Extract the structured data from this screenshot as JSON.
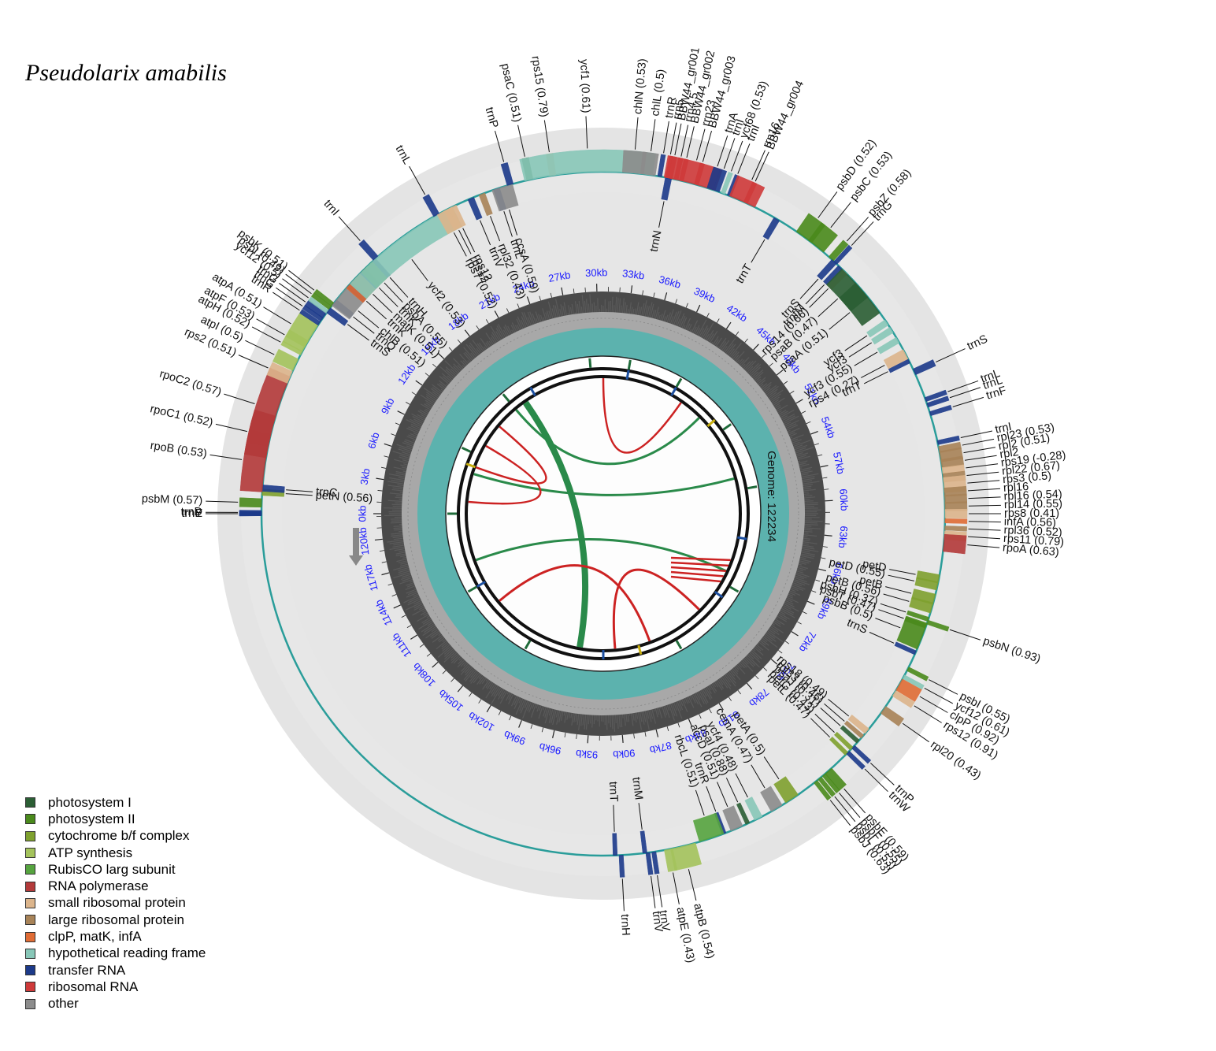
{
  "title": "Pseudolarix amabilis",
  "genome_label": "Genome: 122234",
  "colors": {
    "photosystem I": "#2b5e34",
    "photosystem II": "#4a8a1c",
    "cytochrome b/f complex": "#7fa12f",
    "ATP synthesis": "#a4c35c",
    "RubisCO larg subunit": "#56a43f",
    "RNA polymerase": "#b33a3a",
    "small ribosomal protein": "#dcb58c",
    "large ribosomal protein": "#a88358",
    "clpP, matK, infA": "#e06c35",
    "hypothetical reading frame": "#88c7b8",
    "transfer RNA": "#1c3a8a",
    "ribosomal RNA": "#cf3a3a",
    "other": "#8c8c8c"
  },
  "legend": [
    {
      "label": "photosystem I",
      "color": "#2b5e34"
    },
    {
      "label": "photosystem II",
      "color": "#4a8a1c"
    },
    {
      "label": "cytochrome b/f complex",
      "color": "#7fa12f"
    },
    {
      "label": "ATP synthesis",
      "color": "#a4c35c"
    },
    {
      "label": "RubisCO larg subunit",
      "color": "#56a43f"
    },
    {
      "label": "RNA polymerase",
      "color": "#b33a3a"
    },
    {
      "label": "small ribosomal protein",
      "color": "#dcb58c"
    },
    {
      "label": "large ribosomal protein",
      "color": "#a88358"
    },
    {
      "label": "clpP, matK, infA",
      "color": "#e06c35"
    },
    {
      "label": "hypothetical reading frame",
      "color": "#88c7b8"
    },
    {
      "label": "transfer RNA",
      "color": "#1c3a8a"
    },
    {
      "label": "ribosomal RNA",
      "color": "#cf3a3a"
    },
    {
      "label": "other",
      "color": "#8c8c8c"
    }
  ],
  "genome_length": 122234,
  "kb_labels": [
    "0kb",
    "3kb",
    "6kb",
    "9kb",
    "12kb",
    "15kb",
    "18kb",
    "21kb",
    "24kb",
    "27kb",
    "30kb",
    "33kb",
    "36kb",
    "39kb",
    "42kb",
    "45kb",
    "48kb",
    "51kb",
    "54kb",
    "57kb",
    "60kb",
    "63kb",
    "66kb",
    "69kb",
    "72kb",
    "75kb",
    "78kb",
    "81kb",
    "84kb",
    "87kb",
    "90kb",
    "93kb",
    "96kb",
    "99kb",
    "102kb",
    "105kb",
    "108kb",
    "111kb",
    "114kb",
    "117kb",
    "120kb"
  ],
  "genes": [
    {
      "label": "trnE",
      "pos": 0.0,
      "size": 0.002,
      "cat": "transfer RNA",
      "strand": "out"
    },
    {
      "label": "trnY",
      "pos": 0.0,
      "size": 0.002,
      "cat": "transfer RNA",
      "strand": "out"
    },
    {
      "label": "trnD",
      "pos": -0.2,
      "size": 0.002,
      "cat": "transfer RNA",
      "strand": "out"
    },
    {
      "label": "psbM (0.57)",
      "pos": -1.8,
      "size": 0.004,
      "cat": "photosystem II",
      "strand": "out"
    },
    {
      "label": "petN (0.56)",
      "pos": -3.6,
      "size": 0.003,
      "cat": "cytochrome b/f complex",
      "strand": "in"
    },
    {
      "label": "trnC",
      "pos": -4.3,
      "size": 0.003,
      "cat": "transfer RNA",
      "strand": "in"
    },
    {
      "label": "rpoB (0.53)",
      "pos": -8.5,
      "size": 0.027,
      "cat": "RNA polymerase",
      "strand": "out"
    },
    {
      "label": "rpoC1 (0.52)",
      "pos": -13.0,
      "size": 0.02,
      "cat": "RNA polymerase",
      "strand": "out"
    },
    {
      "label": "rpoC2 (0.57)",
      "pos": -17.5,
      "size": 0.034,
      "cat": "RNA polymerase",
      "strand": "out"
    },
    {
      "label": "rps2 (0.51)",
      "pos": -23.5,
      "size": 0.006,
      "cat": "small ribosomal protein",
      "strand": "out"
    },
    {
      "label": "atpI (0.5)",
      "pos": -25.8,
      "size": 0.006,
      "cat": "ATP synthesis",
      "strand": "out"
    },
    {
      "label": "atpH (0.52)",
      "pos": -28.0,
      "size": 0.002,
      "cat": "ATP synthesis",
      "strand": "out"
    },
    {
      "label": "atpF (0.53)",
      "pos": -29.3,
      "size": 0.006,
      "cat": "ATP synthesis",
      "strand": "out"
    },
    {
      "label": "atpA (0.51)",
      "pos": -31.3,
      "size": 0.012,
      "cat": "ATP synthesis",
      "strand": "out"
    },
    {
      "label": "trnR",
      "pos": -33.8,
      "size": 0.002,
      "cat": "transfer RNA",
      "strand": "out"
    },
    {
      "label": "trnG",
      "pos": -34.6,
      "size": 0.002,
      "cat": "transfer RNA",
      "strand": "out"
    },
    {
      "label": "trnG",
      "pos": -35.4,
      "size": 0.003,
      "cat": "transfer RNA",
      "strand": "out"
    },
    {
      "label": "ycf12 (0.5)",
      "pos": -36.2,
      "size": 0.002,
      "cat": "hypothetical reading frame",
      "strand": "out"
    },
    {
      "label": "psbI (0.49)",
      "pos": -37.0,
      "size": 0.002,
      "cat": "photosystem II",
      "strand": "out"
    },
    {
      "label": "psbK (0.51)",
      "pos": -37.7,
      "size": 0.002,
      "cat": "photosystem II",
      "strand": "out"
    },
    {
      "label": "trnS",
      "pos": -36.5,
      "size": 0.003,
      "cat": "transfer RNA",
      "strand": "in"
    },
    {
      "label": "trnQ",
      "pos": -38.2,
      "size": 0.003,
      "cat": "transfer RNA",
      "strand": "in"
    },
    {
      "label": "chlB (0.51)",
      "pos": -39.6,
      "size": 0.012,
      "cat": "other",
      "strand": "in"
    },
    {
      "label": "trnK",
      "pos": -41.9,
      "size": 0.003,
      "cat": "transfer RNA",
      "strand": "in"
    },
    {
      "label": "matK (0.51)",
      "pos": -43.6,
      "size": 0.013,
      "cat": "clpP, matK, infA",
      "strand": "in"
    },
    {
      "label": "trnK",
      "pos": -45.2,
      "size": 0.003,
      "cat": "transfer RNA",
      "strand": "in"
    },
    {
      "label": "psbA (0.55)",
      "pos": -46.5,
      "size": 0.009,
      "cat": "photosystem II",
      "strand": "in"
    },
    {
      "label": "trnH",
      "pos": -47.9,
      "size": 0.002,
      "cat": "transfer RNA",
      "strand": "in"
    },
    {
      "label": "trnI",
      "pos": -48.3,
      "size": 0.003,
      "cat": "transfer RNA",
      "strand": "out"
    },
    {
      "label": "ycf2 (0.53)",
      "pos": -53.0,
      "size": 0.06,
      "cat": "hypothetical reading frame",
      "strand": "in"
    },
    {
      "label": "trnL",
      "pos": -60.8,
      "size": 0.003,
      "cat": "transfer RNA",
      "strand": "out"
    },
    {
      "label": "rps7 (0.52)",
      "pos": -62.0,
      "size": 0.006,
      "cat": "small ribosomal protein",
      "strand": "in"
    },
    {
      "label": "rps12",
      "pos": -63.0,
      "size": 0.004,
      "cat": "small ribosomal protein",
      "strand": "in"
    },
    {
      "label": "rps12",
      "pos": -63.8,
      "size": 0.004,
      "cat": "small ribosomal protein",
      "strand": "in"
    },
    {
      "label": "trnV",
      "pos": -67.2,
      "size": 0.003,
      "cat": "transfer RNA",
      "strand": "in"
    },
    {
      "label": "rpl32 (0.43)",
      "pos": -69.2,
      "size": 0.003,
      "cat": "large ribosomal protein",
      "strand": "in"
    },
    {
      "label": "trnL",
      "pos": -71.8,
      "size": 0.003,
      "cat": "transfer RNA",
      "strand": "in"
    },
    {
      "label": "ccsA (0.59)",
      "pos": -72.8,
      "size": 0.01,
      "cat": "other",
      "strand": "in"
    },
    {
      "label": "trnP",
      "pos": -74.2,
      "size": 0.003,
      "cat": "transfer RNA",
      "strand": "out"
    },
    {
      "label": "psaC (0.51)",
      "pos": -77.6,
      "size": 0.003,
      "cat": "photosystem I",
      "strand": "out"
    },
    {
      "label": "rps15 (0.79)",
      "pos": -81.5,
      "size": 0.003,
      "cat": "small ribosomal protein",
      "strand": "out"
    },
    {
      "label": "ycf1 (0.61)",
      "pos": -87.5,
      "size": 0.06,
      "cat": "hypothetical reading frame",
      "strand": "out"
    },
    {
      "label": "chlN (0.53)",
      "pos": -95.0,
      "size": 0.01,
      "cat": "other",
      "strand": "out"
    },
    {
      "label": "chlL (0.5)",
      "pos": -97.5,
      "size": 0.007,
      "cat": "other",
      "strand": "out"
    },
    {
      "label": "trnN",
      "pos": -101.0,
      "size": 0.003,
      "cat": "transfer RNA",
      "strand": "in"
    },
    {
      "label": "trnR",
      "pos": -99.5,
      "size": 0.002,
      "cat": "transfer RNA",
      "strand": "out"
    },
    {
      "label": "rrn5",
      "pos": -100.6,
      "size": 0.002,
      "cat": "ribosomal RNA",
      "strand": "out"
    },
    {
      "label": "BBW44_gr001",
      "pos": -101.3,
      "size": 0.002,
      "cat": "ribosomal RNA",
      "strand": "out"
    },
    {
      "label": "rrn4.5",
      "pos": -102.3,
      "size": 0.002,
      "cat": "ribosomal RNA",
      "strand": "out"
    },
    {
      "label": "BBW44_gr002",
      "pos": -103.2,
      "size": 0.002,
      "cat": "ribosomal RNA",
      "strand": "out"
    },
    {
      "label": "rrn23",
      "pos": -104.8,
      "size": 0.024,
      "cat": "ribosomal RNA",
      "strand": "out"
    },
    {
      "label": "BBW44_gr003",
      "pos": -105.8,
      "size": 0.002,
      "cat": "ribosomal RNA",
      "strand": "out"
    },
    {
      "label": "trnA",
      "pos": -108.2,
      "size": 0.003,
      "cat": "transfer RNA",
      "strand": "out"
    },
    {
      "label": "trnI",
      "pos": -109.3,
      "size": 0.003,
      "cat": "transfer RNA",
      "strand": "out"
    },
    {
      "label": "ycf68 (0.53)",
      "pos": -110.5,
      "size": 0.002,
      "cat": "hypothetical reading frame",
      "strand": "out"
    },
    {
      "label": "trnI",
      "pos": -111.6,
      "size": 0.002,
      "cat": "transfer RNA",
      "strand": "out"
    },
    {
      "label": "rrn16",
      "pos": -114.0,
      "size": 0.013,
      "cat": "ribosomal RNA",
      "strand": "out"
    },
    {
      "label": "BBW44_gr004",
      "pos": -114.6,
      "size": 0.002,
      "cat": "ribosomal RNA",
      "strand": "out"
    },
    {
      "label": "trnT",
      "pos": -120.5,
      "size": 0.003,
      "cat": "transfer RNA",
      "strand": "in"
    },
    {
      "label": "psbD (0.52)",
      "pos": -126.0,
      "size": 0.009,
      "cat": "photosystem II",
      "strand": "out"
    },
    {
      "label": "psbC (0.53)",
      "pos": -128.5,
      "size": 0.009,
      "cat": "photosystem II",
      "strand": "out"
    },
    {
      "label": "psbZ (0.58)",
      "pos": -131.8,
      "size": 0.003,
      "cat": "photosystem II",
      "strand": "out"
    },
    {
      "label": "trnG",
      "pos": -132.8,
      "size": 0.002,
      "cat": "transfer RNA",
      "strand": "out"
    },
    {
      "label": "trnS",
      "pos": -132.5,
      "size": 0.003,
      "cat": "transfer RNA",
      "strand": "in"
    },
    {
      "label": "trnfM",
      "pos": -134.0,
      "size": 0.003,
      "cat": "transfer RNA",
      "strand": "in"
    },
    {
      "label": "rps14 (0.66)",
      "pos": -135.0,
      "size": 0.003,
      "cat": "small ribosomal protein",
      "strand": "in"
    },
    {
      "label": "psaB (0.47)",
      "pos": -137.5,
      "size": 0.018,
      "cat": "photosystem I",
      "strand": "in"
    },
    {
      "label": "psaA (0.51)",
      "pos": -140.8,
      "size": 0.018,
      "cat": "photosystem I",
      "strand": "in"
    },
    {
      "label": "ycf3",
      "pos": -146.0,
      "size": 0.003,
      "cat": "hypothetical reading frame",
      "strand": "in"
    },
    {
      "label": "ycf3",
      "pos": -147.5,
      "size": 0.003,
      "cat": "hypothetical reading frame",
      "strand": "in"
    },
    {
      "label": "ycf3 (0.55)",
      "pos": -149.5,
      "size": 0.003,
      "cat": "hypothetical reading frame",
      "strand": "in"
    },
    {
      "label": "rps4 (0.27)",
      "pos": -152.2,
      "size": 0.005,
      "cat": "small ribosomal protein",
      "strand": "in"
    },
    {
      "label": "trnT",
      "pos": -153.5,
      "size": 0.002,
      "cat": "transfer RNA",
      "strand": "in"
    },
    {
      "label": "trnS",
      "pos": -155.5,
      "size": 0.003,
      "cat": "transfer RNA",
      "strand": "out"
    },
    {
      "label": "trnL",
      "pos": -160.5,
      "size": 0.002,
      "cat": "transfer RNA",
      "strand": "out"
    },
    {
      "label": "trnL",
      "pos": -161.5,
      "size": 0.002,
      "cat": "transfer RNA",
      "strand": "out"
    },
    {
      "label": "trnF",
      "pos": -163.0,
      "size": 0.002,
      "cat": "transfer RNA",
      "strand": "out"
    },
    {
      "label": "trnI",
      "pos": -168.0,
      "size": 0.002,
      "cat": "transfer RNA",
      "strand": "out"
    },
    {
      "label": "rpl23 (0.53)",
      "pos": -169.2,
      "size": 0.003,
      "cat": "large ribosomal protein",
      "strand": "out"
    },
    {
      "label": "rpl2 (0.51)",
      "pos": -170.4,
      "size": 0.005,
      "cat": "large ribosomal protein",
      "strand": "out"
    },
    {
      "label": "rpl2",
      "pos": -171.6,
      "size": 0.004,
      "cat": "large ribosomal protein",
      "strand": "out"
    },
    {
      "label": "rps19 (-0.28)",
      "pos": -172.8,
      "size": 0.003,
      "cat": "small ribosomal protein",
      "strand": "out"
    },
    {
      "label": "rpl22 (0.67)",
      "pos": -174.0,
      "size": 0.004,
      "cat": "large ribosomal protein",
      "strand": "out"
    },
    {
      "label": "rps3 (0.5)",
      "pos": -175.2,
      "size": 0.007,
      "cat": "small ribosomal protein",
      "strand": "out"
    },
    {
      "label": "rpl16",
      "pos": -176.4,
      "size": 0.004,
      "cat": "large ribosomal protein",
      "strand": "out"
    },
    {
      "label": "rpl16 (0.54)",
      "pos": -177.6,
      "size": 0.004,
      "cat": "large ribosomal protein",
      "strand": "out"
    },
    {
      "label": "rpl14 (0.55)",
      "pos": -178.8,
      "size": 0.004,
      "cat": "large ribosomal protein",
      "strand": "out"
    },
    {
      "label": "rps8 (0.41)",
      "pos": -180.0,
      "size": 0.004,
      "cat": "small ribosomal protein",
      "strand": "out"
    },
    {
      "label": "infA (0.56)",
      "pos": -181.2,
      "size": 0.002,
      "cat": "clpP, matK, infA",
      "strand": "out"
    },
    {
      "label": "rpl36 (0.52)",
      "pos": -182.4,
      "size": 0.002,
      "cat": "large ribosomal protein",
      "strand": "out"
    },
    {
      "label": "rps11 (0.79)",
      "pos": -183.6,
      "size": 0.004,
      "cat": "small ribosomal protein",
      "strand": "out"
    },
    {
      "label": "rpoA (0.63)",
      "pos": -184.9,
      "size": 0.008,
      "cat": "RNA polymerase",
      "strand": "out"
    },
    {
      "label": "petD",
      "pos": -191.0,
      "size": 0.004,
      "cat": "cytochrome b/f complex",
      "strand": "in"
    },
    {
      "label": "petD (0.55)",
      "pos": -192.2,
      "size": 0.004,
      "cat": "cytochrome b/f complex",
      "strand": "in"
    },
    {
      "label": "petB",
      "pos": -194.5,
      "size": 0.005,
      "cat": "cytochrome b/f complex",
      "strand": "in"
    },
    {
      "label": "petB (0.56)",
      "pos": -196.0,
      "size": 0.005,
      "cat": "cytochrome b/f complex",
      "strand": "in"
    },
    {
      "label": "psbH (0.37)",
      "pos": -198.0,
      "size": 0.002,
      "cat": "photosystem II",
      "strand": "in"
    },
    {
      "label": "psbN (0.93)",
      "pos": -198.5,
      "size": 0.002,
      "cat": "photosystem II",
      "strand": "out"
    },
    {
      "label": "psbT (0.47)",
      "pos": -199.2,
      "size": 0.002,
      "cat": "photosystem II",
      "strand": "in"
    },
    {
      "label": "psbB (0.5)",
      "pos": -201.0,
      "size": 0.013,
      "cat": "photosystem II",
      "strand": "in"
    },
    {
      "label": "trnS",
      "pos": -204.0,
      "size": 0.002,
      "cat": "transfer RNA",
      "strand": "in"
    },
    {
      "label": "psbI (0.55)",
      "pos": -207.0,
      "size": 0.002,
      "cat": "photosystem II",
      "strand": "out"
    },
    {
      "label": "ycf12 (0.61)",
      "pos": -208.5,
      "size": 0.002,
      "cat": "hypothetical reading frame",
      "strand": "out"
    },
    {
      "label": "clpP (0.92)",
      "pos": -210.0,
      "size": 0.006,
      "cat": "clpP, matK, infA",
      "strand": "out"
    },
    {
      "label": "rps12 (0.91)",
      "pos": -211.7,
      "size": 0.003,
      "cat": "small ribosomal protein",
      "strand": "out"
    },
    {
      "label": "rpl20 (0.43)",
      "pos": -215.0,
      "size": 0.004,
      "cat": "large ribosomal protein",
      "strand": "out"
    },
    {
      "label": "rps18 (0.49)",
      "pos": -219.5,
      "size": 0.003,
      "cat": "small ribosomal protein",
      "strand": "in"
    },
    {
      "label": "rpl33 (0.46)",
      "pos": -220.7,
      "size": 0.002,
      "cat": "large ribosomal protein",
      "strand": "in"
    },
    {
      "label": "psaJ (0.31)",
      "pos": -221.8,
      "size": 0.002,
      "cat": "photosystem I",
      "strand": "in"
    },
    {
      "label": "petG (0.43)",
      "pos": -223.4,
      "size": 0.002,
      "cat": "cytochrome b/f complex",
      "strand": "in"
    },
    {
      "label": "petL (0.47)",
      "pos": -224.6,
      "size": 0.002,
      "cat": "cytochrome b/f complex",
      "strand": "in"
    },
    {
      "label": "trnP",
      "pos": -223.0,
      "size": 0.002,
      "cat": "transfer RNA",
      "strand": "out"
    },
    {
      "label": "trnW",
      "pos": -224.3,
      "size": 0.002,
      "cat": "transfer RNA",
      "strand": "out"
    },
    {
      "label": "psbE (0.59)",
      "pos": -228.8,
      "size": 0.004,
      "cat": "photosystem II",
      "strand": "out"
    },
    {
      "label": "psbF (0.55)",
      "pos": -229.8,
      "size": 0.002,
      "cat": "photosystem II",
      "strand": "out"
    },
    {
      "label": "psbL (0.53)",
      "pos": -230.7,
      "size": 0.002,
      "cat": "photosystem II",
      "strand": "out"
    },
    {
      "label": "psbJ (0.63)",
      "pos": -231.6,
      "size": 0.002,
      "cat": "photosystem II",
      "strand": "out"
    },
    {
      "label": "petA (0.5)",
      "pos": -236.5,
      "size": 0.007,
      "cat": "cytochrome b/f complex",
      "strand": "in"
    },
    {
      "label": "cemA (0.47)",
      "pos": -239.5,
      "size": 0.006,
      "cat": "other",
      "strand": "in"
    },
    {
      "label": "ycf4 (0.48)",
      "pos": -243.0,
      "size": 0.004,
      "cat": "hypothetical reading frame",
      "strand": "in"
    },
    {
      "label": "psaI (0.88)",
      "pos": -245.0,
      "size": 0.002,
      "cat": "photosystem I",
      "strand": "in"
    },
    {
      "label": "accD (0.51)",
      "pos": -247.0,
      "size": 0.006,
      "cat": "other",
      "strand": "in"
    },
    {
      "label": "trnR",
      "pos": -249.3,
      "size": 0.002,
      "cat": "transfer RNA",
      "strand": "in"
    },
    {
      "label": "rbcL (0.51)",
      "pos": -251.5,
      "size": 0.012,
      "cat": "RubisCO larg subunit",
      "strand": "in"
    },
    {
      "label": "atpB (0.54)",
      "pos": -256.5,
      "size": 0.012,
      "cat": "ATP synthesis",
      "strand": "out"
    },
    {
      "label": "atpE (0.43)",
      "pos": -259.0,
      "size": 0.004,
      "cat": "ATP synthesis",
      "strand": "out"
    },
    {
      "label": "trnV",
      "pos": -261.5,
      "size": 0.002,
      "cat": "transfer RNA",
      "strand": "out"
    },
    {
      "label": "trnV",
      "pos": -262.5,
      "size": 0.002,
      "cat": "transfer RNA",
      "strand": "out"
    },
    {
      "label": "trnM",
      "pos": -263.0,
      "size": 0.002,
      "cat": "transfer RNA",
      "strand": "in"
    },
    {
      "label": "trnH",
      "pos": -267.0,
      "size": 0.002,
      "cat": "transfer RNA",
      "strand": "out"
    },
    {
      "label": "trnT",
      "pos": -268.0,
      "size": 0.002,
      "cat": "transfer RNA",
      "strand": "in"
    }
  ]
}
